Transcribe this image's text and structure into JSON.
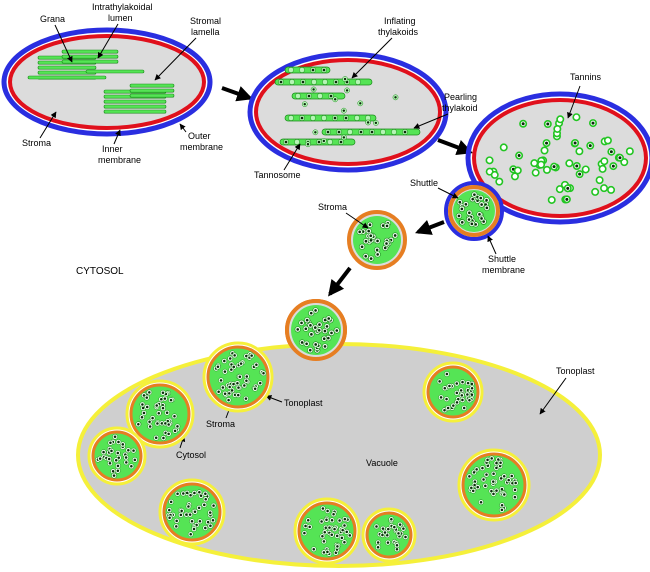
{
  "labels": {
    "grana": "Grana",
    "intrathylakoidal_lumen_1": "Intrathylakoidal",
    "intrathylakoidal_lumen_2": "lumen",
    "stromal_lamella_1": "Stromal",
    "stromal_lamella_2": "lamella",
    "stroma_top": "Stroma",
    "inner_membrane_1": "Inner",
    "inner_membrane_2": "membrane",
    "outer_membrane_1": "Outer",
    "outer_membrane_2": "membrane",
    "inflating_thylakoids_1": "Inflating",
    "inflating_thylakoids_2": "thylakoids",
    "pearling_thylakoid_1": "Pearling",
    "pearling_thylakoid_2": "thylakoid",
    "tannosome": "Tannosome",
    "tannins": "Tannins",
    "shuttle": "Shuttle",
    "shuttle_membrane_1": "Shuttle",
    "shuttle_membrane_2": "membrane",
    "stroma_mid": "Stroma",
    "cytosol_region": "CYTOSOL",
    "tonoplast_right": "Tonoplast",
    "tonoplast_inner": "Tonoplast",
    "stroma_bottom": "Stroma",
    "cytosol_small": "Cytosol",
    "vacuole": "Vacuole"
  },
  "colors": {
    "outer_membrane": "#2a2ee0",
    "inner_membrane": "#e0101c",
    "stroma_fill": "#dcdcdc",
    "thylakoid_green": "#55e455",
    "thylakoid_stroke": "#1a8a1a",
    "tannin_dark": "#0a2a0a",
    "shuttle_orange": "#e67e22",
    "tonoplast_yellow": "#f5f03a",
    "vacuole_fill": "#cfcfcf"
  }
}
